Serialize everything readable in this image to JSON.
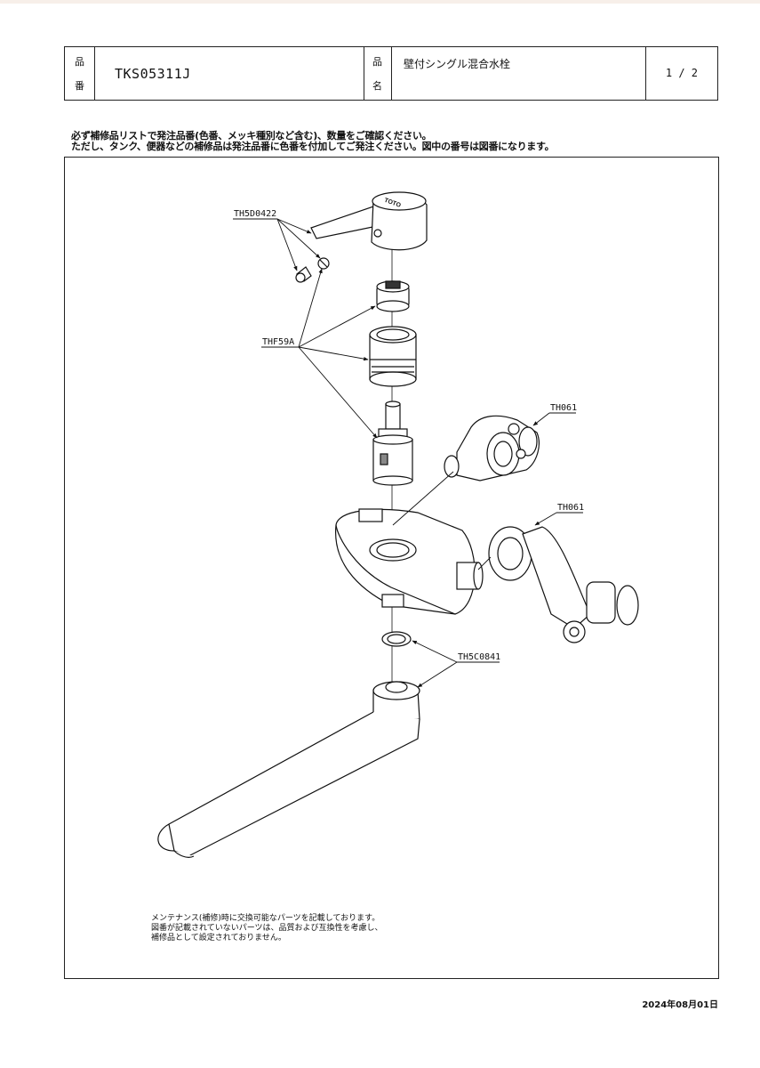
{
  "header": {
    "part_no_label_top": "品",
    "part_no_label_bottom": "番",
    "part_no": "TKS05311J",
    "name_label_top": "品",
    "name_label_bottom": "名",
    "product_name": "壁付シングル混合水栓",
    "page": "1 / 2"
  },
  "notice": {
    "line1": "必ず補修品リストで発注品番(色番、メッキ種別など含む)、数量をご確認ください。",
    "line2": "ただし、タンク、便器などの補修品は発注品番に色番を付加してご発注ください。図中の番号は図番になります。"
  },
  "callouts": {
    "th5d0422": "TH5D0422",
    "thf59a": "THF59A",
    "th061_a": "TH061",
    "th061_b": "TH061",
    "th5c0841": "TH5C0841"
  },
  "logo_text": "TOTO",
  "maintenance": {
    "line1": "メンテナンス(補修)時に交換可能なパーツを記載しております。",
    "line2": "図番が記載されていないパーツは、品質および互換性を考慮し、",
    "line3": "補修品として設定されておりません。"
  },
  "date": "2024年08月01日"
}
